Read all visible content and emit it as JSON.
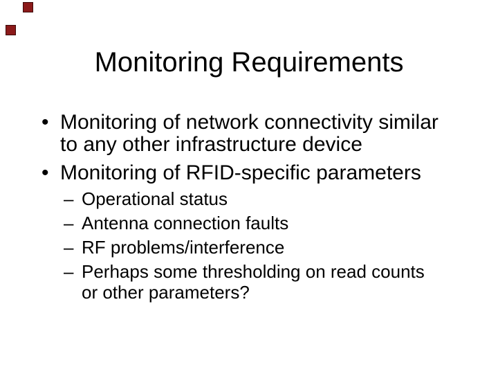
{
  "slide": {
    "title": "Monitoring Requirements",
    "background_color": "#ffffff",
    "text_color": "#000000",
    "decor": {
      "description": "two small dark red squares, top-left corner",
      "fill_color": "#8b1a1a",
      "border_color": "#3d0909"
    },
    "markers": {
      "level1": "•",
      "level2": "–"
    },
    "bullets": [
      {
        "level": 1,
        "text": "Monitoring of network connectivity similar to any other infrastructure device"
      },
      {
        "level": 1,
        "text": "Monitoring of RFID-specific parameters"
      },
      {
        "level": 2,
        "text": "Operational status"
      },
      {
        "level": 2,
        "text": "Antenna connection faults"
      },
      {
        "level": 2,
        "text": "RF problems/interference"
      },
      {
        "level": 2,
        "text": "Perhaps some thresholding on read counts or other parameters?"
      }
    ]
  }
}
